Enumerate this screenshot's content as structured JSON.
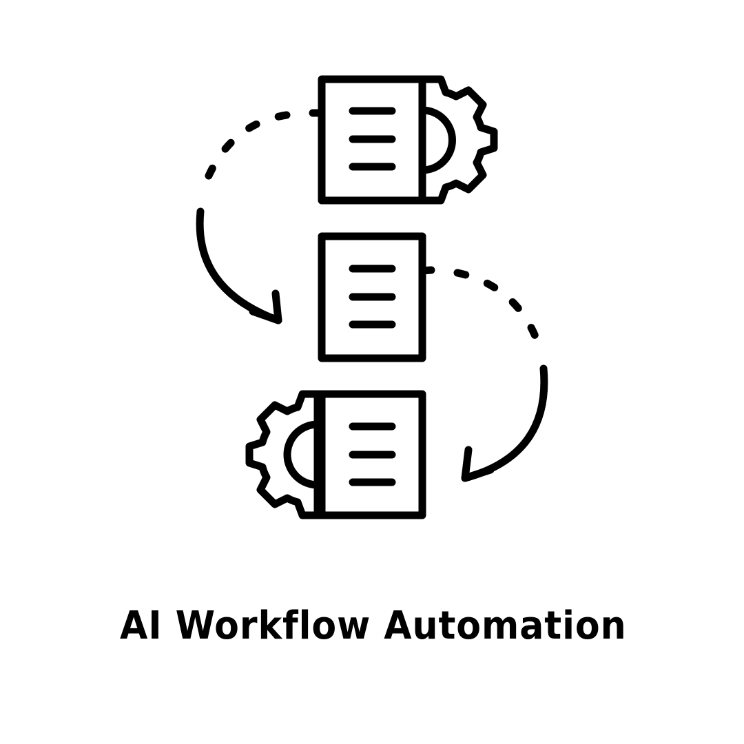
{
  "title": "AI Workflow Automation",
  "colors": {
    "background": "#ffffff",
    "stroke": "#000000",
    "text": "#000000"
  },
  "icons": [
    {
      "name": "document-with-gear-right-icon",
      "position": "top"
    },
    {
      "name": "document-icon",
      "position": "middle"
    },
    {
      "name": "document-with-gear-left-icon",
      "position": "bottom"
    },
    {
      "name": "curved-arrow-left-icon",
      "from": "top",
      "to": "middle"
    },
    {
      "name": "curved-arrow-right-icon",
      "from": "middle",
      "to": "bottom"
    }
  ]
}
